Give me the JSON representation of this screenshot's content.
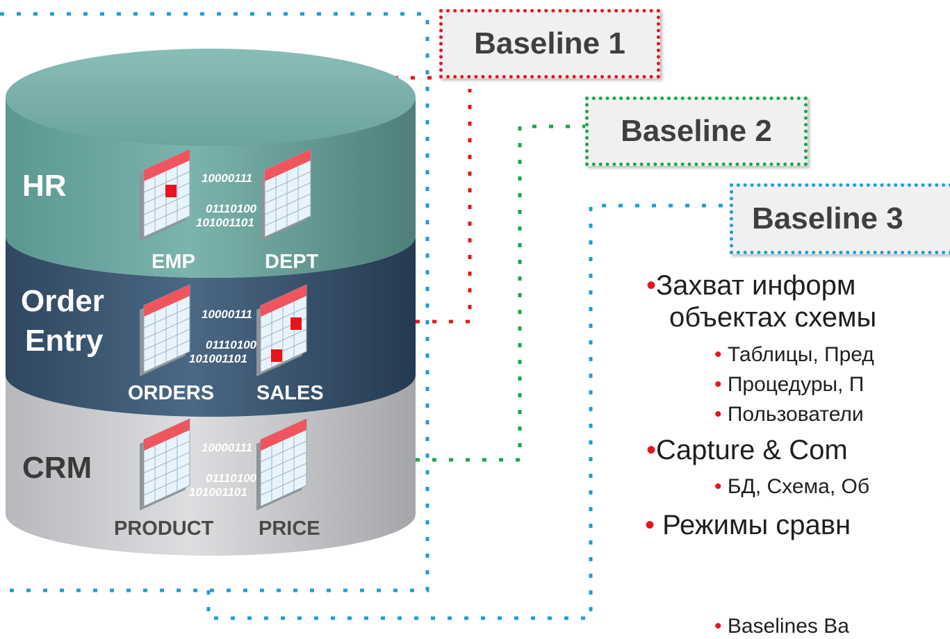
{
  "baselines": [
    {
      "label": "Baseline 1",
      "color": "#e8141b"
    },
    {
      "label": "Baseline 2",
      "color": "#18a84a"
    },
    {
      "label": "Baseline 3",
      "color": "#1e9dd6"
    }
  ],
  "schemas": {
    "hr": {
      "label": "HR",
      "tables": [
        "EMP",
        "DEPT"
      ]
    },
    "order_entry": {
      "label_line1": "Order",
      "label_line2": "Entry",
      "tables": [
        "ORDERS",
        "SALES"
      ]
    },
    "crm": {
      "label": "CRM",
      "tables": [
        "PRODUCT",
        "PRICE"
      ]
    }
  },
  "binary_text": {
    "a": "10000111",
    "b": "01110100",
    "c": "101001101"
  },
  "bullets": {
    "l1": "Захват информ",
    "l1b": "объектах схемы",
    "l2a": "Таблицы, Пред",
    "l2b": "Процедуры, П",
    "l2c": "Пользователи",
    "l3": "Capture & Com",
    "l3a": "БД, Схема, Об",
    "l4": "Режимы сравн",
    "l4a": "Baselines Ba"
  },
  "colors": {
    "hr": "#6fa8a2",
    "order_entry": "#3e566e",
    "crm": "#c8cacd",
    "table_header": "#f0545e",
    "accent_red": "#e8141b",
    "accent_green": "#18a84a",
    "accent_blue": "#1e9dd6"
  }
}
